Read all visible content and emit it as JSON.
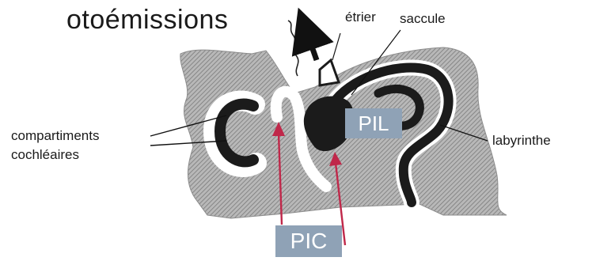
{
  "diagram": {
    "title": "otoémissions",
    "labels": {
      "stapes": "étrier",
      "saccule": "saccule",
      "cochlear_compartments_line1": "compartiments",
      "cochlear_compartments_line2": "cochléaires",
      "labyrinth": "labyrinthe"
    },
    "boxes": {
      "pil": "PIL",
      "pic": "PIC"
    }
  },
  "colors": {
    "background": "#ffffff",
    "bone_hatch": "#8c8c8c",
    "dark_structure": "#1b1b1b",
    "pressure_arrows": "#c0284a",
    "label_box": "#8fa2b6"
  }
}
